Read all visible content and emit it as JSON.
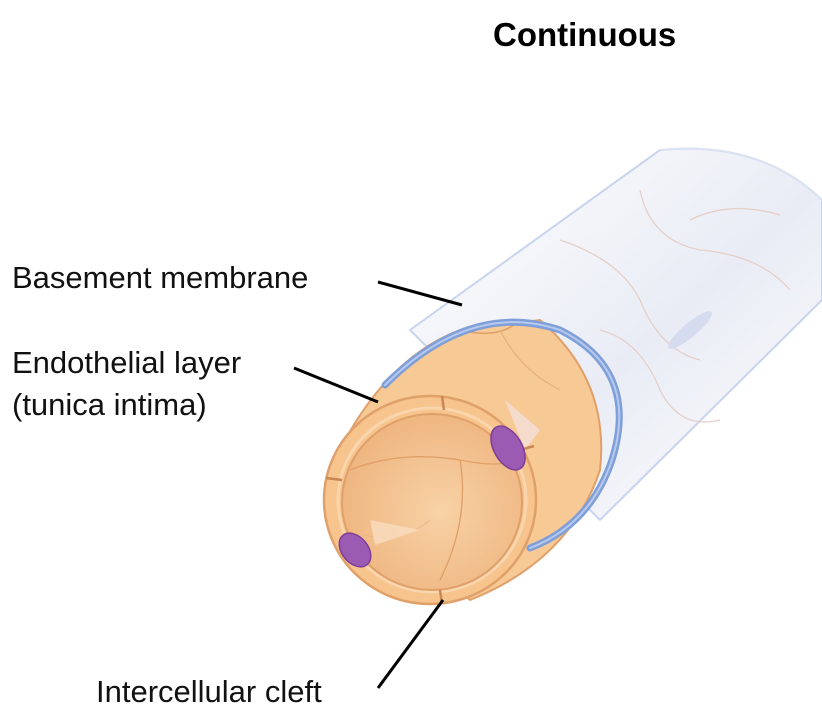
{
  "title": "Continuous",
  "labels": {
    "basement_membrane": "Basement membrane",
    "endothelial_layer": "Endothelial layer",
    "endothelial_layer_sub": "(tunica intima)",
    "intercellular_cleft": "Intercellular cleft"
  },
  "colors": {
    "outer_tube": "#eef0f6",
    "basement_membrane": "#7f9fd8",
    "endothelium": "#f6c48c",
    "endothelium_edge": "#e0a06a",
    "lumen": "#f2c08e",
    "nucleus": "#9b5bb2",
    "leader_line": "#000000"
  }
}
